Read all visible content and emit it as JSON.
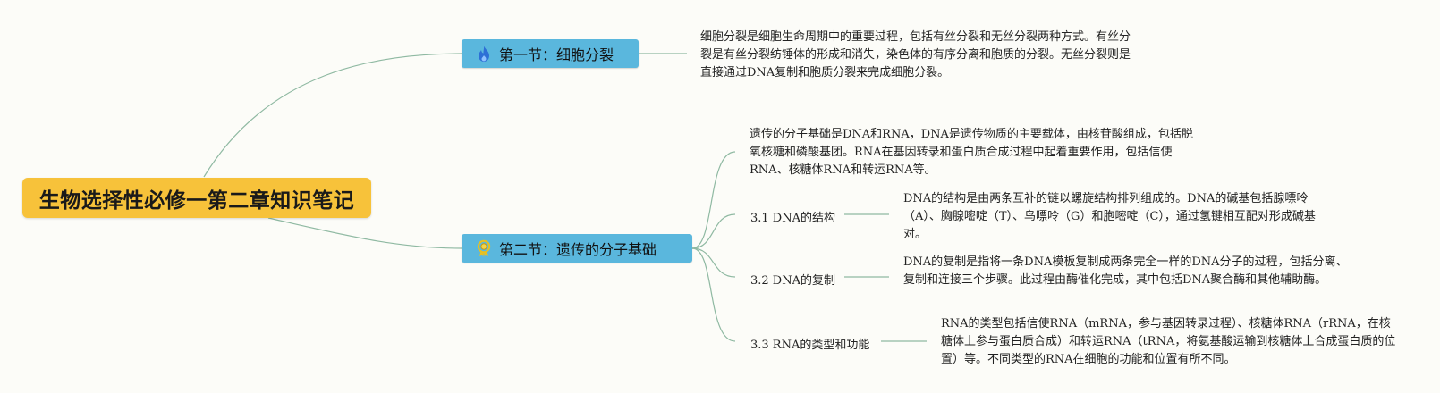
{
  "root": {
    "title": "生物选择性必修一第二章知识笔记"
  },
  "sections": [
    {
      "icon": "flame-icon",
      "label": "第一节：细胞分裂",
      "note": "细胞分裂是细胞生命周期中的重要过程，包括有丝分裂和无丝分裂两种方式。有丝分裂是有丝分裂纺锤体的形成和消失，染色体的有序分离和胞质的分裂。无丝分裂则是直接通过DNA复制和胞质分裂来完成细胞分裂。"
    },
    {
      "icon": "medal-icon",
      "label": "第二节：遗传的分子基础",
      "note": "遗传的分子基础是DNA和RNA，DNA是遗传物质的主要载体，由核苷酸组成，包括脱氧核糖和磷酸基团。RNA在基因转录和蛋白质合成过程中起着重要作用，包括信使RNA、核糖体RNA和转运RNA等。",
      "subtopics": [
        {
          "label": "3.1 DNA的结构",
          "note": "DNA的结构是由两条互补的链以螺旋结构排列组成的。DNA的碱基包括腺嘌呤（A）、胸腺嘧啶（T）、鸟嘌呤（G）和胞嘧啶（C），通过氢键相互配对形成碱基对。"
        },
        {
          "label": "3.2 DNA的复制",
          "note": "DNA的复制是指将一条DNA模板复制成两条完全一样的DNA分子的过程，包括分离、复制和连接三个步骤。此过程由酶催化完成，其中包括DNA聚合酶和其他辅助酶。"
        },
        {
          "label": "3.3 RNA的类型和功能",
          "note": "RNA的类型包括信使RNA（mRNA，参与基因转录过程）、核糖体RNA（rRNA，在核糖体上参与蛋白质合成）和转运RNA（tRNA，将氨基酸运输到核糖体上合成蛋白质的位置）等。不同类型的RNA在细胞的功能和位置有所不同。"
        }
      ]
    }
  ],
  "colors": {
    "root_fill": "#f7c23a",
    "section_fill": "#5ab7dd",
    "connector": "#8fb9a2",
    "background": "#fcfcf8"
  }
}
